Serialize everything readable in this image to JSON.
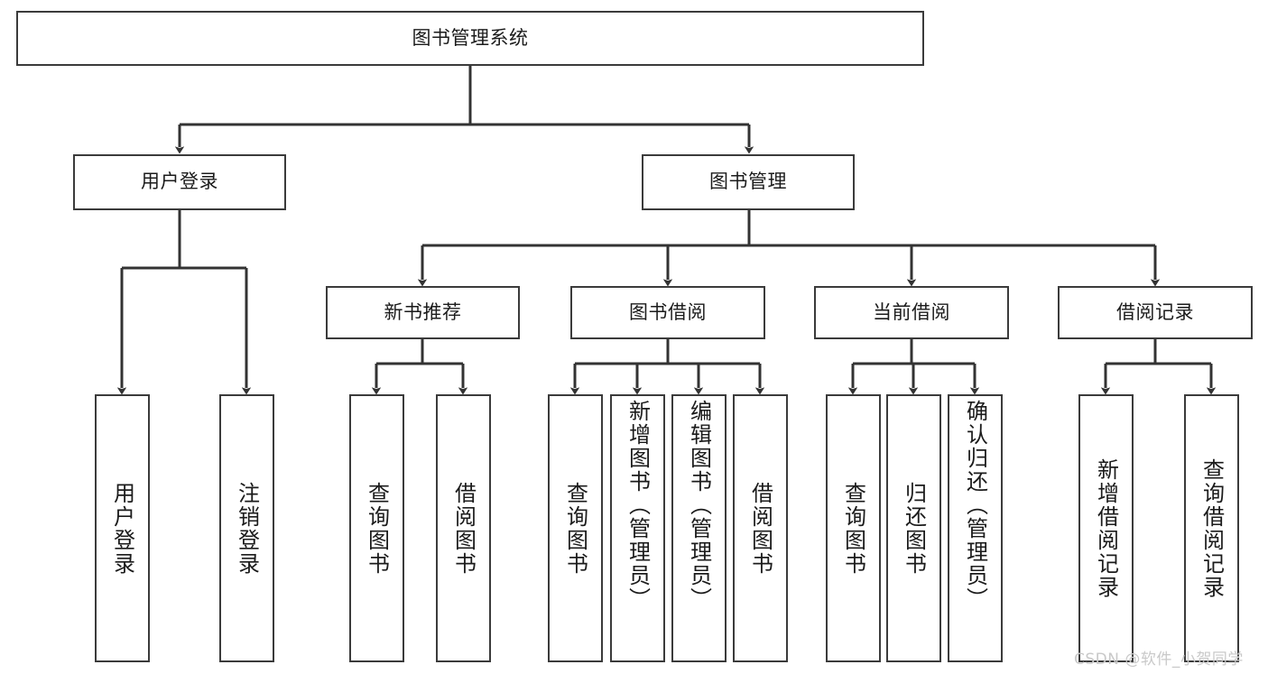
{
  "diagram": {
    "title": "图书管理系统",
    "type": "tree-hierarchy-chart",
    "watermark": "CSDN @软件_小贺同学",
    "colors": {
      "box_border": "#3b3b3b",
      "box_fill": "#ffffff",
      "connector": "#333333",
      "text": "#1b1b1b",
      "watermark": "#c9c9c9"
    },
    "root": {
      "label": "图书管理系统"
    },
    "level2": [
      {
        "label": "用户登录"
      },
      {
        "label": "图书管理"
      }
    ],
    "level3": [
      {
        "label": "新书推荐"
      },
      {
        "label": "图书借阅"
      },
      {
        "label": "当前借阅"
      },
      {
        "label": "借阅记录"
      }
    ],
    "leaves": {
      "user_login": [
        {
          "label": "用户登录"
        },
        {
          "label": "注销登录"
        }
      ],
      "new_book_recommend": [
        {
          "label": "查询图书"
        },
        {
          "label": "借阅图书"
        }
      ],
      "book_borrow": [
        {
          "label": "查询图书"
        },
        {
          "label": "新增图书（管理员）"
        },
        {
          "label": "编辑图书（管理员）"
        },
        {
          "label": "借阅图书"
        }
      ],
      "current_borrow": [
        {
          "label": "查询图书"
        },
        {
          "label": "归还图书"
        },
        {
          "label": "确认归还（管理员）"
        }
      ],
      "borrow_record": [
        {
          "label": "新增借阅记录"
        },
        {
          "label": "查询借阅记录"
        }
      ]
    }
  }
}
